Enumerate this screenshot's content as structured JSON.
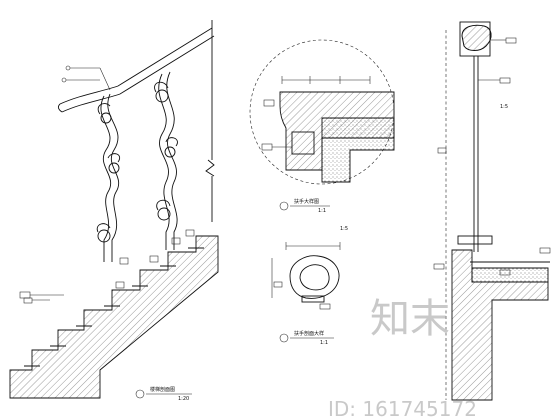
{
  "watermark": {
    "brand": "知末",
    "id_text": "ID: 161745172"
  },
  "labels": {
    "detail_b_title": "扶手大样图",
    "detail_b_scale": "1:1",
    "detail_c_title": "扶手剖面大样",
    "detail_c_scale": "1:1",
    "stair_section_title": "楼梯剖面图",
    "stair_section_scale": "1:20",
    "scale_mid": "1:5",
    "scale_right": "1:5"
  },
  "colors": {
    "line": "#111111",
    "hatch": "#555555",
    "watermark": "#c9c9c9"
  }
}
